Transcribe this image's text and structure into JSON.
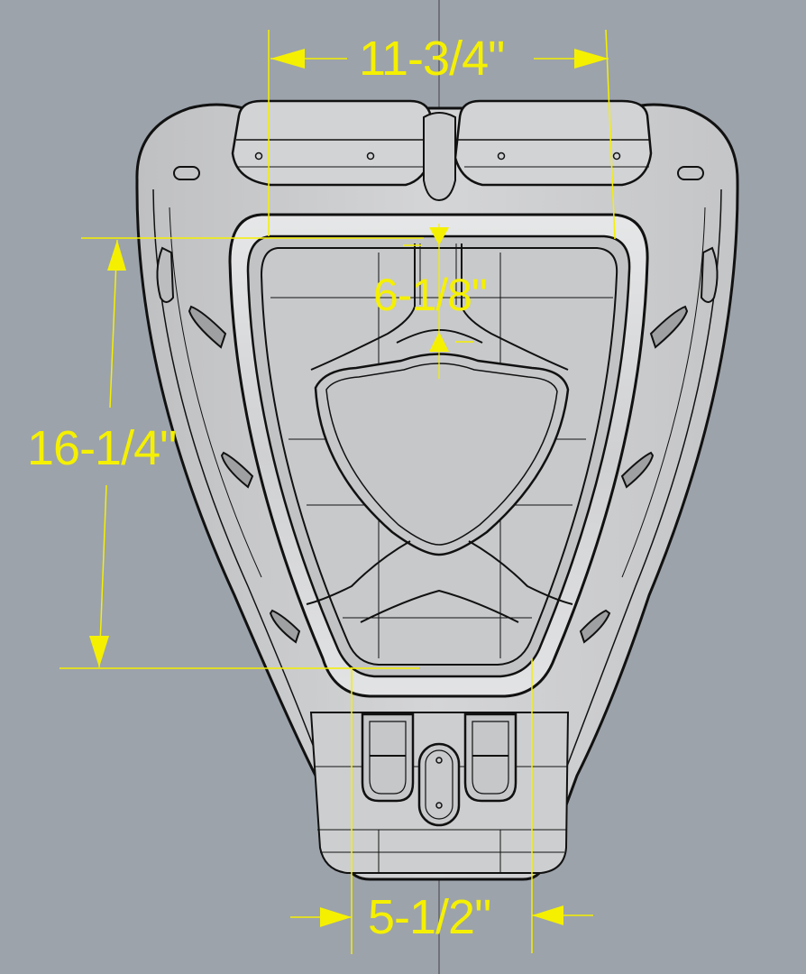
{
  "title": "Seat shell CAD top view with dimensions",
  "colors": {
    "background": "#9ca3ab",
    "dimension": "#f5f000",
    "part_fill": "#c9cacc",
    "part_light": "#dedfe0",
    "wire": "#111111",
    "centerline": "#6f7378"
  },
  "dimensions": {
    "top_width": "11-3/4\"",
    "overall_height": "16-1/4\"",
    "center_depth": "6-1/8\"",
    "bottom_width": "5-1/2\""
  }
}
